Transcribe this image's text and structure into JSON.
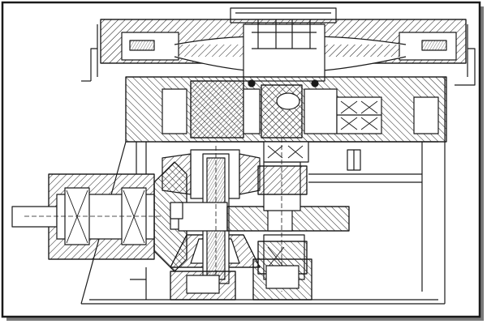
{
  "diagram": {
    "kind": "mechanical-cross-section",
    "subject": "gearbox",
    "style": "line-drawing-with-hatching",
    "colors": {
      "ink": "#1a1a1a",
      "paper": "#ffffff",
      "shadow": "#7a7a7a"
    },
    "text_labels": []
  }
}
